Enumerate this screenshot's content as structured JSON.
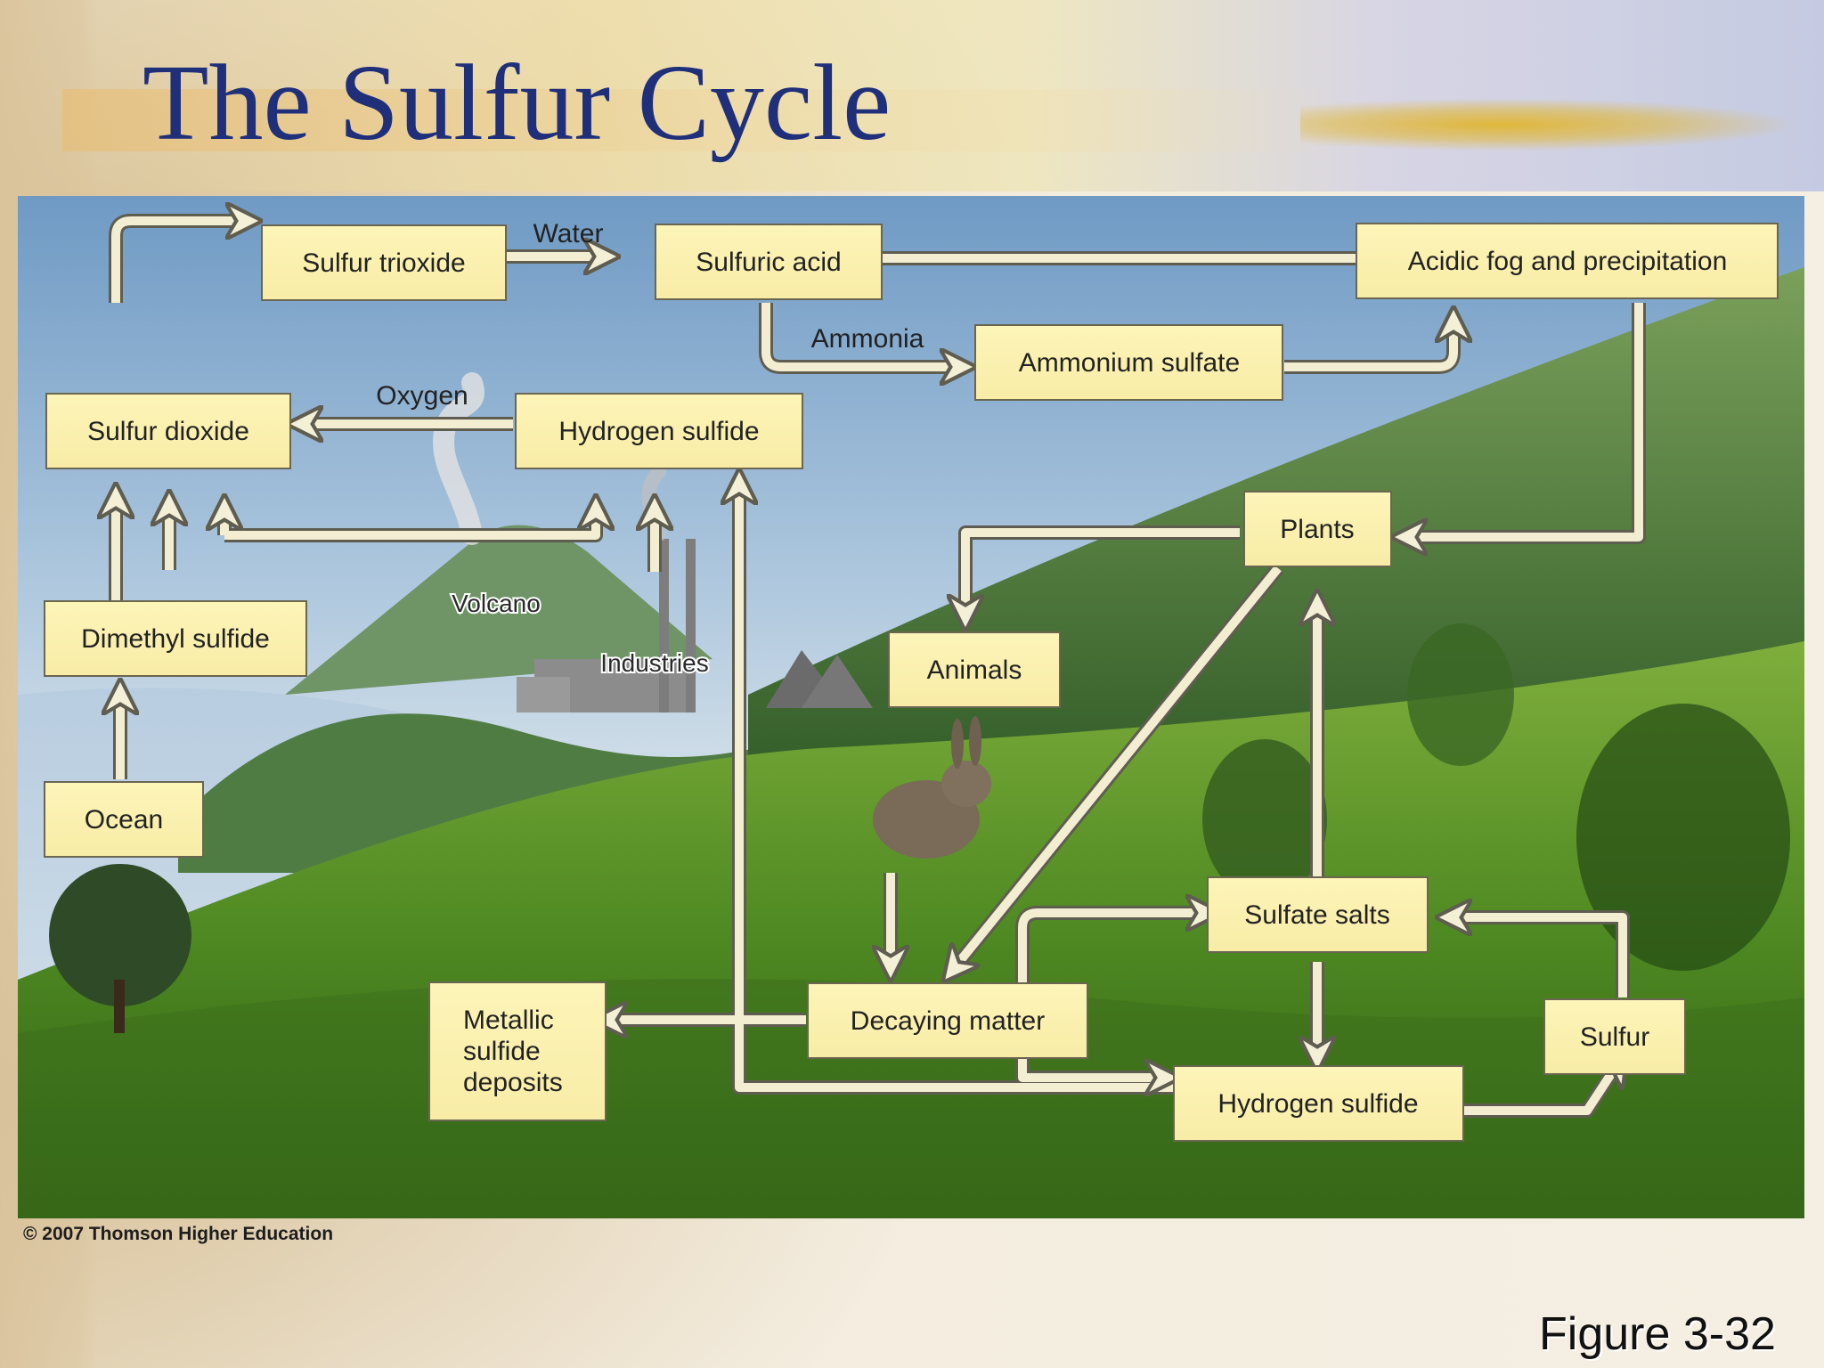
{
  "slide": {
    "title": "The Sulfur Cycle",
    "copyright": "© 2007 Thomson Higher Education",
    "figure_label": "Figure 3-32"
  },
  "diagram": {
    "nodes": {
      "sulfur_trioxide": "Sulfur trioxide",
      "sulfuric_acid": "Sulfuric acid",
      "acidic_fog": "Acidic fog and precipitation",
      "ammonium_sulfate": "Ammonium sulfate",
      "sulfur_dioxide": "Sulfur dioxide",
      "hydrogen_sulfide_air": "Hydrogen sulfide",
      "plants": "Plants",
      "dimethyl_sulfide": "Dimethyl sulfide",
      "animals": "Animals",
      "ocean": "Ocean",
      "sulfate_salts": "Sulfate salts",
      "metallic_sulfide_line1": "Metallic",
      "metallic_sulfide_line2": "sulfide",
      "metallic_sulfide_line3": "deposits",
      "decaying_matter": "Decaying matter",
      "sulfur": "Sulfur",
      "hydrogen_sulfide_ground": "Hydrogen sulfide"
    },
    "edge_labels": {
      "water": "Water",
      "ammonia": "Ammonia",
      "oxygen": "Oxygen"
    },
    "scene_labels": {
      "volcano": "Volcano",
      "industries": "Industries"
    }
  }
}
